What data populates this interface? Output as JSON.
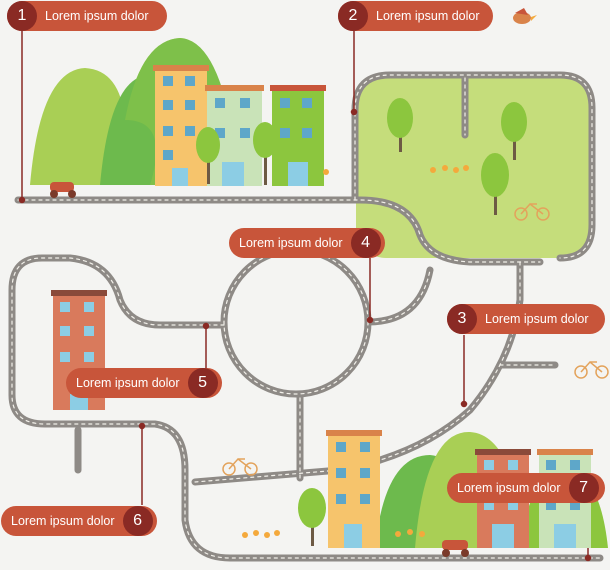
{
  "callouts": [
    {
      "number": "1",
      "text": "Lorem ipsum dolor"
    },
    {
      "number": "2",
      "text": "Lorem ipsum dolor"
    },
    {
      "number": "3",
      "text": "Lorem ipsum dolor"
    },
    {
      "number": "4",
      "text": "Lorem ipsum dolor"
    },
    {
      "number": "5",
      "text": "Lorem ipsum dolor"
    },
    {
      "number": "6",
      "text": "Lorem ipsum dolor"
    },
    {
      "number": "7",
      "text": "Lorem ipsum dolor"
    }
  ],
  "colors": {
    "road": "#8e8a86",
    "road_dash": "#f2f0ea",
    "callout": "#c8553a",
    "badge": "#8a2a24",
    "park": "#c5dd7b",
    "hill_light": "#a9cf55",
    "hill_dark": "#6dba4d",
    "tree": "#8cc63e"
  },
  "icons": [
    "scooter-icon",
    "bicycle-icon",
    "bird-icon",
    "tree-icon",
    "flower-icon",
    "building-icon"
  ]
}
